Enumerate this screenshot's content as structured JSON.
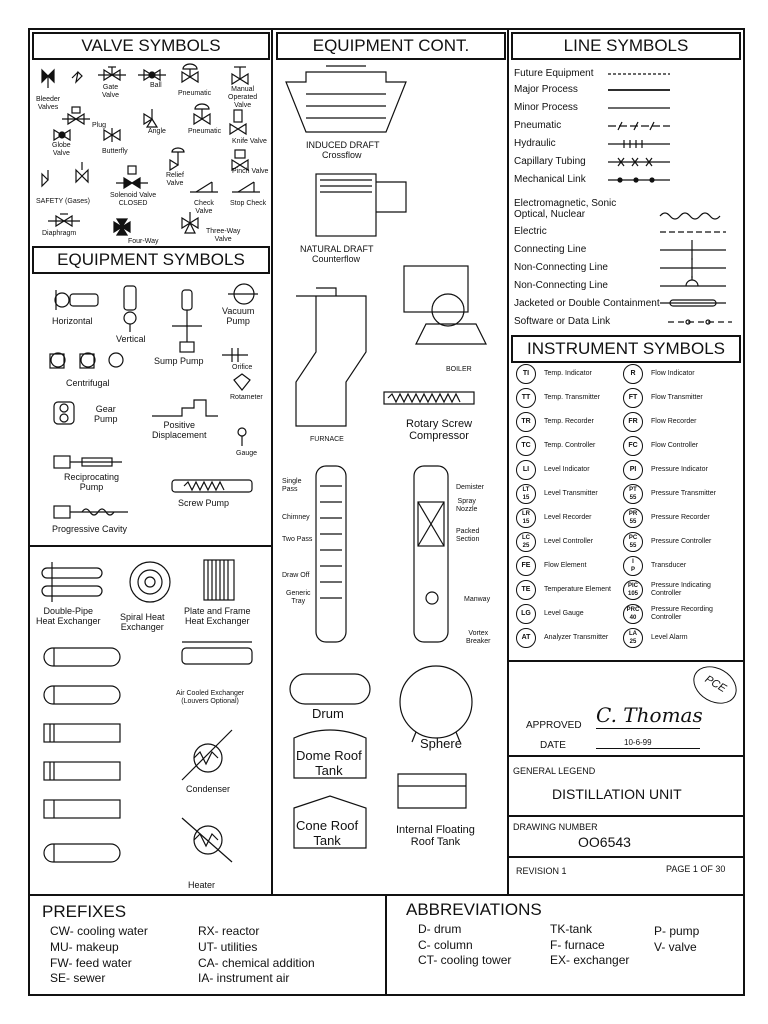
{
  "headers": {
    "valve": "VALVE SYMBOLS",
    "equip_cont": "EQUIPMENT CONT.",
    "line": "LINE SYMBOLS",
    "equipment": "EQUIPMENT SYMBOLS",
    "instrument": "INSTRUMENT SYMBOLS",
    "prefixes": "PREFIXES",
    "abbreviations": "ABBREVIATIONS"
  },
  "valves": {
    "bleeder": "Bleeder\nValves",
    "gate": "Gate\nValve",
    "ball": "Ball",
    "pneumatic1": "Pneumatic",
    "manual": "Manual\nOperated\nValve",
    "plug": "Plug",
    "globe": "Globe\nValve",
    "butterfly": "Butterfly",
    "angle": "Angle",
    "pneumatic2": "Pneumatic",
    "knife": "Knife Valve",
    "relief": "Relief\nValve",
    "pinch": "Pinch Valve",
    "safety": "SAFETY (Gases)",
    "solenoid": "Solenoid Valve\nCLOSED",
    "check": "Check\nValve",
    "stop_check": "Stop Check",
    "diaphragm": "Diaphragm",
    "four_way": "Four-Way",
    "three_way": "Three-Way\nValve"
  },
  "equipment": {
    "horizontal": "Horizontal",
    "vertical": "Vertical",
    "sump_pump": "Sump Pump",
    "vacuum_pump": "Vacuum\nPump",
    "orifice": "Orifice",
    "centrifugal": "Centrifugal",
    "rotameter": "Rotameter",
    "gear_pump": "Gear\nPump",
    "positive_displacement": "Positive\nDisplacement",
    "gauge": "Gauge",
    "reciprocating_pump": "Reciprocating\nPump",
    "screw_pump": "Screw Pump",
    "progressive_cavity": "Progressive Cavity",
    "double_pipe": "Double-Pipe\nHeat Exchanger",
    "spiral_heat": "Spiral Heat\nExchanger",
    "plate_frame": "Plate and Frame\nHeat Exchanger",
    "air_cooled": "Air Cooled Exchanger\n(Louvers Optional)",
    "condenser": "Condenser",
    "heater": "Heater"
  },
  "equip_cont": {
    "induced_draft": "INDUCED DRAFT",
    "crossflow": "Crossflow",
    "natural_draft": "NATURAL DRAFT",
    "counterflow": "Counterflow",
    "boiler": "BOILER",
    "furnace": "FURNACE",
    "rotary_screw": "Rotary Screw\nCompressor",
    "single_pass": "Single\nPass",
    "chimney": "Chimney",
    "two_pass": "Two Pass",
    "draw_off": "Draw Off",
    "generic_tray": "Generic\nTray",
    "demister": "Demister",
    "spray_nozzle": "Spray\nNozzle",
    "packed_section": "Packed\nSection",
    "manway": "Manway",
    "vortex_breaker": "Vortex\nBreaker",
    "drum": "Drum",
    "sphere": "Sphere",
    "dome_roof": "Dome Roof\nTank",
    "cone_roof": "Cone Roof\nTank",
    "internal_floating": "Internal Floating\nRoof Tank"
  },
  "lines": [
    "Future Equipment",
    "Major Process",
    "Minor Process",
    "Pneumatic",
    "Hydraulic",
    "Capillary Tubing",
    "Mechanical Link",
    "Electromagnetic, Sonic\nOptical, Nuclear",
    "Electric",
    "Connecting Line",
    "Non-Connecting Line",
    "Non-Connecting Line",
    "Jacketed or Double Containment",
    "Software or Data Link"
  ],
  "instruments_left": [
    {
      "code": "TI",
      "label": "Temp. Indicator"
    },
    {
      "code": "TT",
      "label": "Temp. Transmitter"
    },
    {
      "code": "TR",
      "label": "Temp. Recorder"
    },
    {
      "code": "TC",
      "label": "Temp. Controller"
    },
    {
      "code": "LI",
      "label": "Level Indicator"
    },
    {
      "code": "LT\n15",
      "label": "Level Transmitter"
    },
    {
      "code": "LR\n15",
      "label": "Level Recorder"
    },
    {
      "code": "LC\n25",
      "label": "Level Controller"
    },
    {
      "code": "FE",
      "label": "Flow Element"
    },
    {
      "code": "TE",
      "label": "Temperature Element"
    },
    {
      "code": "LG",
      "label": "Level Gauge"
    },
    {
      "code": "AT",
      "label": "Analyzer Transmitter"
    }
  ],
  "instruments_right": [
    {
      "code": "R",
      "label": "Flow Indicator"
    },
    {
      "code": "FT",
      "label": "Flow Transmitter"
    },
    {
      "code": "FR",
      "label": "Flow Recorder"
    },
    {
      "code": "FC",
      "label": "Flow Controller"
    },
    {
      "code": "PI",
      "label": "Pressure Indicator"
    },
    {
      "code": "PT\n55",
      "label": "Pressure Transmitter"
    },
    {
      "code": "PR\n55",
      "label": "Pressure Recorder"
    },
    {
      "code": "PC\n55",
      "label": "Pressure Controller"
    },
    {
      "code": "I\nP",
      "label": "Transducer"
    },
    {
      "code": "PIC\n105",
      "label": "Pressure Indicating\nController"
    },
    {
      "code": "PRC\n40",
      "label": "Pressure Recording\nController"
    },
    {
      "code": "LA\n25",
      "label": "Level Alarm"
    }
  ],
  "title_block": {
    "stamp": "PCE",
    "signature": "C. Thomas",
    "approved_label": "APPROVED",
    "date_label": "DATE",
    "date_value": "10-6-99",
    "general_legend_label": "GENERAL LEGEND",
    "general_legend_value": "DISTILLATION UNIT",
    "drawing_number_label": "DRAWING NUMBER",
    "drawing_number_value": "OO6543",
    "revision": "REVISION 1",
    "page": "PAGE 1 OF 30"
  },
  "prefixes": [
    "CW- cooling water",
    "MU- makeup",
    "FW- feed water",
    "SE- sewer",
    "RX- reactor",
    "UT- utilities",
    "CA- chemical addition",
    "IA- instrument air"
  ],
  "abbreviations": [
    "D- drum",
    "C- column",
    "CT- cooling tower",
    "TK-tank",
    "F- furnace",
    "EX- exchanger",
    "P- pump",
    "V- valve"
  ]
}
